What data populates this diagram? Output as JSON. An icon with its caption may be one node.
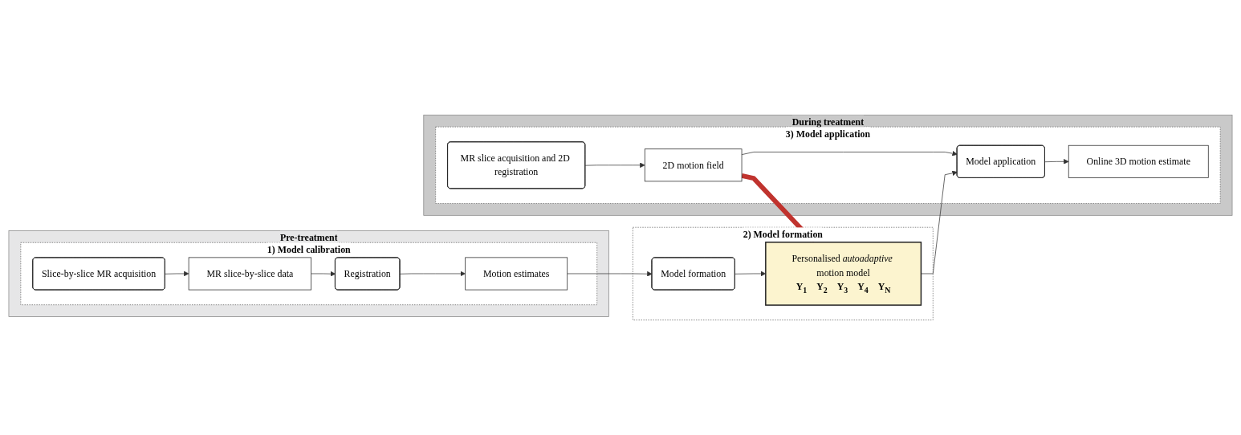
{
  "diagram": {
    "nodes": [
      {
        "text": [
          "Pre-treatment"
        ]
      },
      {
        "text": [
          "During treatment"
        ]
      },
      {
        "text": [
          "1) Model calibration"
        ],
        "in": 0
      },
      {
        "text": [
          "Slice-by-slice MR acquisition"
        ],
        "in": 2
      },
      {
        "text": [
          "MR slice-by-slice data"
        ],
        "in": 2
      },
      {
        "text": [
          "Registration"
        ],
        "in": 2
      },
      {
        "text": [
          "Motion estimates"
        ],
        "in": 2
      },
      {
        "text": [
          "2) Model formation"
        ]
      },
      {
        "text": [
          "Model formation"
        ],
        "in": 7
      },
      {
        "text": [
          "Personalised *autoadaptive* motion model",
          "Y$_{1}$",
          "Y$_{2}$",
          "Y$_{3}$",
          "Y$_{4}$",
          "Y$_{N}$"
        ],
        "in": 7
      },
      {
        "text": [
          "3) Model application"
        ],
        "in": 1
      },
      {
        "text": [
          "MR slice acquisition and 2D registration"
        ],
        "in": 10
      },
      {
        "text": [
          "2D motion field"
        ],
        "in": 10
      },
      {
        "text": [
          "Model application"
        ],
        "in": 10
      },
      {
        "text": [
          "Online 3D motion estimate"
        ],
        "in": 10
      }
    ],
    "edges": [
      {
        "from": 3,
        "to": 4,
        "arrow": "to"
      },
      {
        "from": 4,
        "to": 5,
        "arrow": "to"
      },
      {
        "from": 5,
        "to": 6,
        "arrow": "to"
      },
      {
        "from": 6,
        "to": 8,
        "arrow": "to"
      },
      {
        "from": 8,
        "to": 9,
        "arrow": "to"
      },
      {
        "from": 11,
        "to": 12,
        "arrow": "to"
      },
      {
        "from": 12,
        "to": 13,
        "arrow": "to"
      },
      {
        "from": 9,
        "to": 13,
        "arrow": "to"
      },
      {
        "from": 13,
        "to": 14,
        "arrow": "to"
      },
      {
        "from": 12,
        "to": 9,
        "arrow": "to",
        "style": "thick",
        "color": "#c0332e"
      }
    ]
  }
}
